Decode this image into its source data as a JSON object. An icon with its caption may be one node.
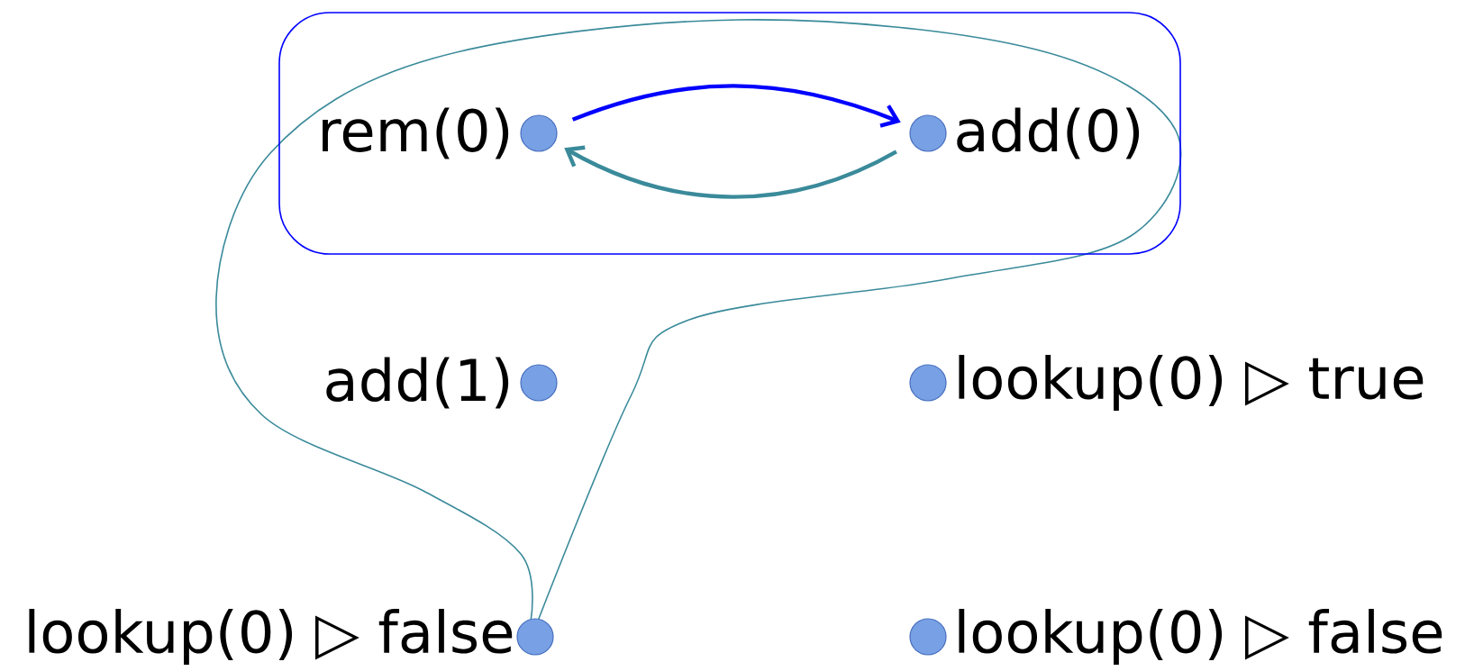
{
  "diagram": {
    "nodes": [
      {
        "text": [],
        "shape": "box"
      },
      {
        "text": [],
        "shape": "circle",
        "beside": [
          "rem(0)"
        ],
        "in": 0
      },
      {
        "text": [],
        "shape": "circle",
        "beside": [
          "add(0)"
        ],
        "in": 0
      },
      {
        "text": [],
        "shape": "circle",
        "beside": [
          "add(1)"
        ]
      },
      {
        "text": [],
        "shape": "circle",
        "beside": [
          "lookup(0) ▷ true"
        ]
      },
      {
        "text": [],
        "shape": "circle",
        "beside": [
          "lookup(0) ▷ false"
        ]
      },
      {
        "text": [],
        "shape": "circle",
        "beside": [
          "lookup(0) ▷ false"
        ]
      }
    ],
    "edges": [
      {
        "from": 1,
        "to": 2,
        "arrow": "to",
        "color": "#0000ff"
      },
      {
        "from": 2,
        "to": 1,
        "arrow": "to",
        "color": "#3a8a9a"
      }
    ]
  }
}
